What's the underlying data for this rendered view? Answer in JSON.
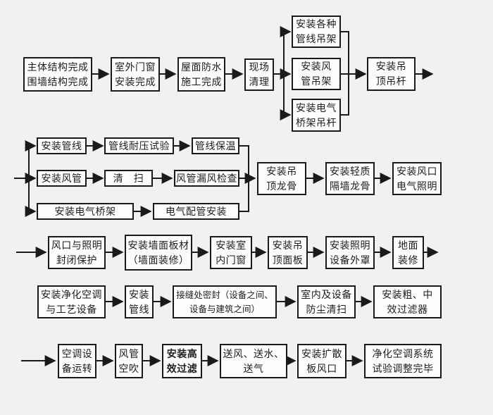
{
  "colors": {
    "background": "#f1f1ef",
    "box_fill": "#fcfcfb",
    "line": "#1a1a1a",
    "text": "#1e1e1e"
  },
  "diagram_type": "construction-process-flowchart",
  "boxes": {
    "structure_complete": "主体结构完成\n围墙结构完成",
    "exterior_doors_windows": "室外门窗\n安装完成",
    "roof_waterproof": "屋面防水\n施工完成",
    "site_cleanup": "现场\n清理",
    "pipeline_hangers": "安装各种\n管线吊架",
    "duct_hangers": "安装风\n管吊架",
    "electrical_tray_rods": "安装电气\n桥架吊杆",
    "ceiling_rods": "安装吊\n顶吊杆",
    "install_pipelines": "安装管线",
    "pipeline_pressure_test": "管线耐压试验",
    "pipeline_insulation": "管线保温",
    "install_ducts": "安装风管",
    "cleaning": "清　扫",
    "duct_leak_check": "风管漏风检查",
    "install_cable_tray": "安装电气桥架",
    "electrical_conduit": "电气配管安装",
    "ceiling_keel": "安装吊\n顶龙骨",
    "partition_keel": "安装轻质\n隔墙龙骨",
    "air_outlet_lighting": "安装风口\n电气照明",
    "outlet_protection": "风口与照明\n封闭保护",
    "wall_panels": "安装墙面板材\n（墙面装修）",
    "interior_doors_windows": "安装室\n内门窗",
    "ceiling_panels": "安装吊\n顶面板",
    "lighting_covers": "安装照明\n设备外罩",
    "floor_finish": "地面\n装修",
    "clean_ac_equipment": "安装净化空调\n与工艺设备",
    "install_pipes_2": "安装\n管线",
    "seam_sealing": "接缝处密封（设备之间、\n设备与建筑之间）",
    "dust_cleaning": "室内及设备\n防尘清扫",
    "coarse_medium_filters": "安装粗、中\n效过滤器",
    "ac_equipment_run": "空调设\n备运转",
    "duct_blow": "风管\n空吹",
    "hepa_filter": "安装高\n效过滤",
    "supply_air_water_gas": "送风、送水、\n送气",
    "diffuser_outlets": "安装扩散\n板风口",
    "final_adjustment": "净化空调系统\n试验调整完毕"
  }
}
